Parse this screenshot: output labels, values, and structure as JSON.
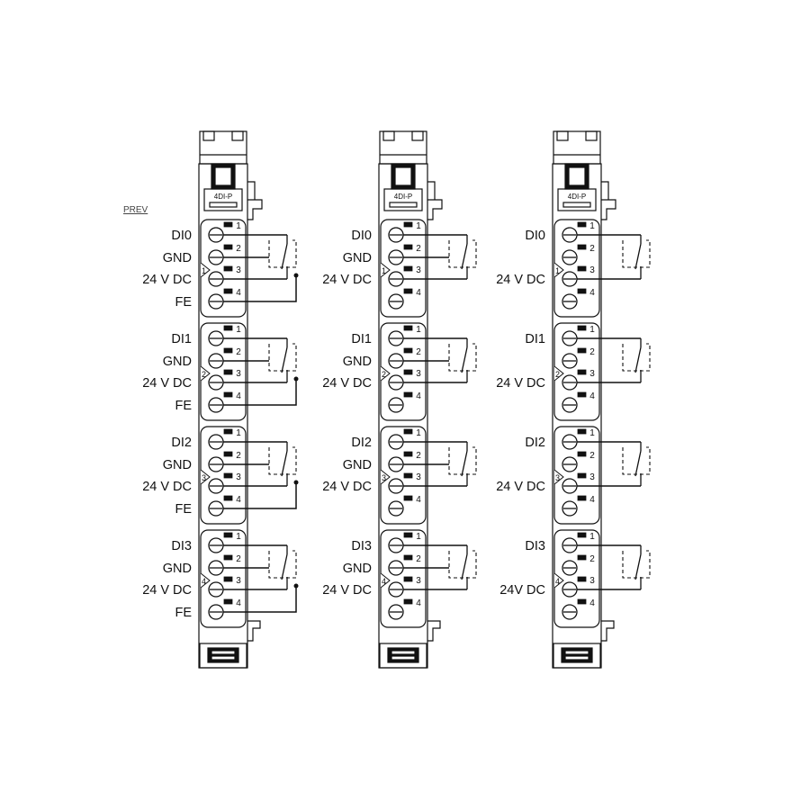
{
  "prev_label": "PREV",
  "modules": [
    {
      "id": "module-1",
      "label": "4DI-P",
      "channels": [
        {
          "group": "1",
          "labels": [
            "DI0",
            "GND",
            "24 V DC",
            "FE"
          ],
          "pins": [
            "1",
            "2",
            "3",
            "4"
          ]
        },
        {
          "group": "2",
          "labels": [
            "DI1",
            "GND",
            "24 V DC",
            "FE"
          ],
          "pins": [
            "1",
            "2",
            "3",
            "4"
          ]
        },
        {
          "group": "3",
          "labels": [
            "DI2",
            "GND",
            "24 V DC",
            "FE"
          ],
          "pins": [
            "1",
            "2",
            "3",
            "4"
          ]
        },
        {
          "group": "4",
          "labels": [
            "DI3",
            "GND",
            "24 V DC",
            "FE"
          ],
          "pins": [
            "1",
            "2",
            "3",
            "4"
          ]
        }
      ]
    },
    {
      "id": "module-2",
      "label": "4DI-P",
      "channels": [
        {
          "group": "1",
          "labels": [
            "DI0",
            "GND",
            "24 V DC",
            ""
          ],
          "pins": [
            "1",
            "2",
            "3",
            "4"
          ]
        },
        {
          "group": "2",
          "labels": [
            "DI1",
            "GND",
            "24 V DC",
            ""
          ],
          "pins": [
            "1",
            "2",
            "3",
            "4"
          ]
        },
        {
          "group": "3",
          "labels": [
            "DI2",
            "GND",
            "24 V DC",
            ""
          ],
          "pins": [
            "1",
            "2",
            "3",
            "4"
          ]
        },
        {
          "group": "4",
          "labels": [
            "DI3",
            "GND",
            "24 V DC",
            ""
          ],
          "pins": [
            "1",
            "2",
            "3",
            "4"
          ]
        }
      ]
    },
    {
      "id": "module-3",
      "label": "4DI-P",
      "channels": [
        {
          "group": "1",
          "labels": [
            "DI0",
            "",
            "24 V DC",
            ""
          ],
          "pins": [
            "1",
            "2",
            "3",
            "4"
          ]
        },
        {
          "group": "2",
          "labels": [
            "DI1",
            "",
            "24 V DC",
            ""
          ],
          "pins": [
            "1",
            "2",
            "3",
            "4"
          ]
        },
        {
          "group": "3",
          "labels": [
            "DI2",
            "",
            "24 V DC",
            ""
          ],
          "pins": [
            "1",
            "2",
            "3",
            "4"
          ]
        },
        {
          "group": "4",
          "labels": [
            "DI3",
            "",
            "24V DC",
            ""
          ],
          "pins": [
            "1",
            "2",
            "3",
            "4"
          ]
        }
      ]
    }
  ]
}
